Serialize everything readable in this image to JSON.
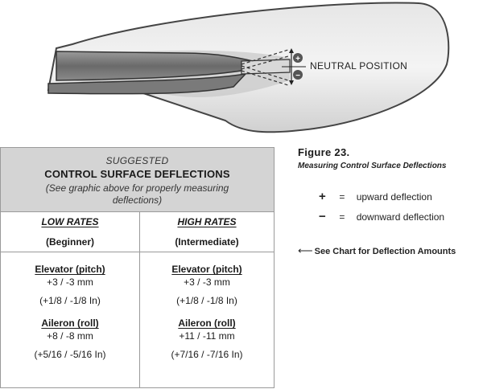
{
  "diagram": {
    "neutral_label": "NEUTRAL POSITION",
    "plus_symbol": "+",
    "minus_symbol": "−"
  },
  "figure": {
    "title": "Figure 23.",
    "caption": "Measuring Control Surface Deflections"
  },
  "legend": {
    "items": [
      {
        "symbol": "+",
        "equals": "=",
        "text": "upward deflection"
      },
      {
        "symbol": "−",
        "equals": "=",
        "text": "downward deflection"
      }
    ],
    "chart_ref": "See Chart for Deflection Amounts",
    "arrow": "⟵"
  },
  "table": {
    "suggested": "SUGGESTED",
    "title": "CONTROL SURFACE DEFLECTIONS",
    "note": "(See graphic above for properly measuring deflections)",
    "columns": [
      {
        "rate": "LOW RATES",
        "level": "(Beginner)",
        "elevator_label": "Elevator (pitch)",
        "elevator_mm": "+3  /  -3 mm",
        "elevator_in": "(+1/8  /  -1/8 In)",
        "aileron_label": "Aileron (roll)",
        "aileron_mm": "+8  /  -8 mm",
        "aileron_in": "(+5/16  /  -5/16 In)"
      },
      {
        "rate": "HIGH RATES",
        "level": "(Intermediate)",
        "elevator_label": "Elevator (pitch)",
        "elevator_mm": "+3  /  -3 mm",
        "elevator_in": "(+1/8  /  -1/8 In)",
        "aileron_label": "Aileron (roll)",
        "aileron_mm": "+11  /  -11 mm",
        "aileron_in": "(+7/16  /  -7/16 In)"
      }
    ]
  },
  "colors": {
    "header_bg": "#d4d4d4",
    "border": "#9a9a9a"
  }
}
